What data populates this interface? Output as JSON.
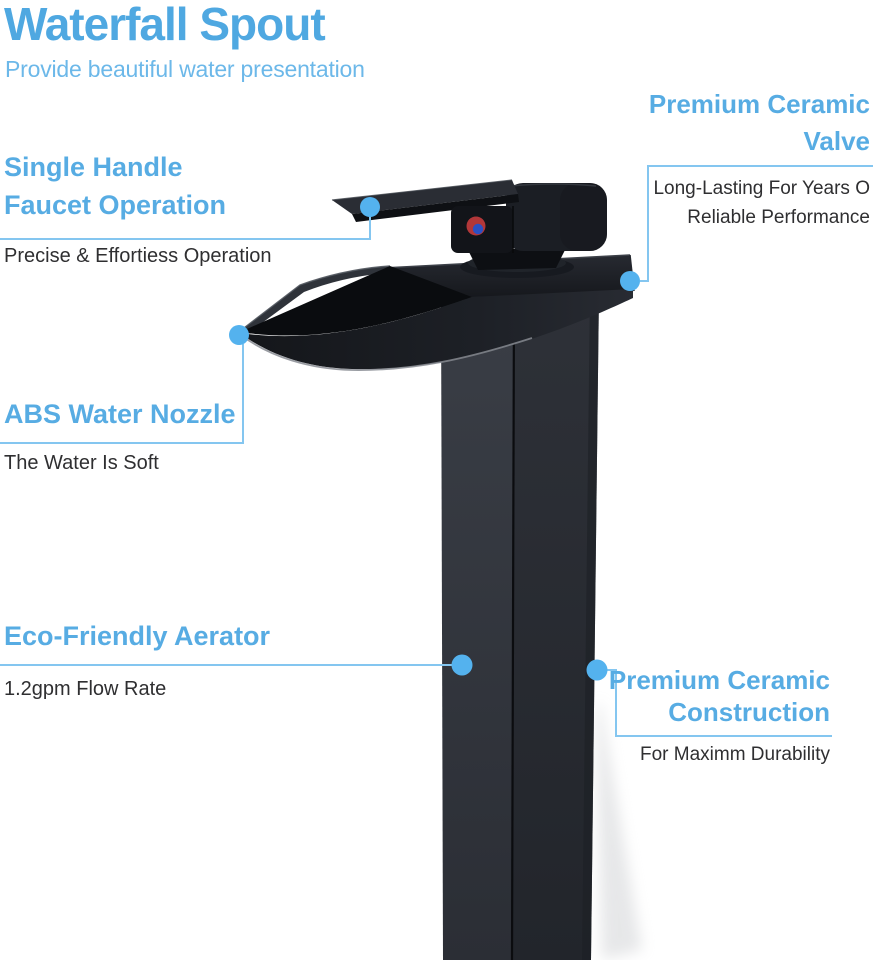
{
  "header": {
    "title": "Waterfall Spout",
    "subtitle": "Provide beautiful water presentation"
  },
  "features": {
    "single_handle": {
      "heading_line1": "Single Handle",
      "heading_line2": "Faucet Operation",
      "description": "Precise & Effortiess Operation"
    },
    "ceramic_valve": {
      "heading_line1": "Premium Ceramic",
      "heading_line2": "Valve",
      "description_line1": "Long-Lasting For Years O",
      "description_line2": "Reliable Performance"
    },
    "abs_nozzle": {
      "heading": "ABS Water Nozzle",
      "description": "The Water Is Soft"
    },
    "aerator": {
      "heading": "Eco-Friendly Aerator",
      "description": "1.2gpm Flow Rate"
    },
    "ceramic_construction": {
      "heading_line1": "Premium Ceramic",
      "heading_line2": "Construction",
      "description": "For Maximm Durability"
    }
  },
  "illustration": {
    "name": "black-waterfall-vessel-faucet",
    "parts": [
      "handle-lever",
      "hot-cold-indicator",
      "deck-plate",
      "waterfall-spout-trough",
      "square-column-body"
    ]
  },
  "colors": {
    "title_blue": "#4fa8e1",
    "heading_blue": "#57ace3",
    "callout_line_blue": "#84c6f0",
    "callout_dot_blue": "#54b2ee",
    "body_text": "#2f2f31",
    "faucet_black": "#17191d",
    "indicator_red": "#b23739",
    "indicator_blue": "#2b50c3"
  }
}
